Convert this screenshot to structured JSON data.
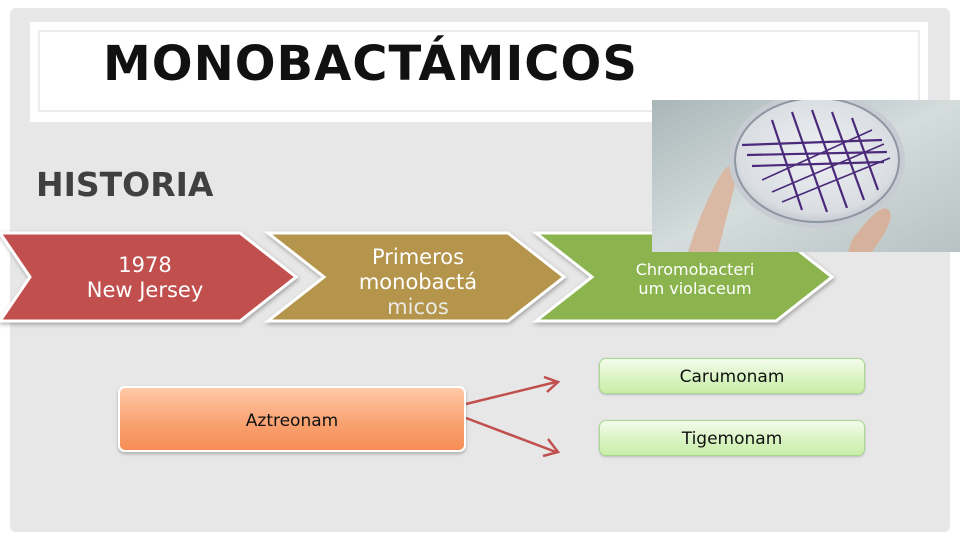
{
  "slide": {
    "title": "MONOBACTÁMICOS",
    "subtitle": "HISTORIA"
  },
  "timeline": {
    "step1": {
      "line1": "1978",
      "line2": "New Jersey",
      "color": "#c0504d"
    },
    "step2": {
      "line1": "Primeros",
      "line2": "monobactá",
      "line3": "micos",
      "color": "#b5944c"
    },
    "step3": {
      "line1": "Chromobacteri",
      "line2": "um violaceum",
      "color": "#8bb450"
    }
  },
  "diagram": {
    "source": "Aztreonam",
    "targets": [
      "Carumonam",
      "Tigemonam"
    ],
    "arrow_color": "#c0504d"
  },
  "photo": {
    "icon": "petri-dish-culture-photo"
  }
}
